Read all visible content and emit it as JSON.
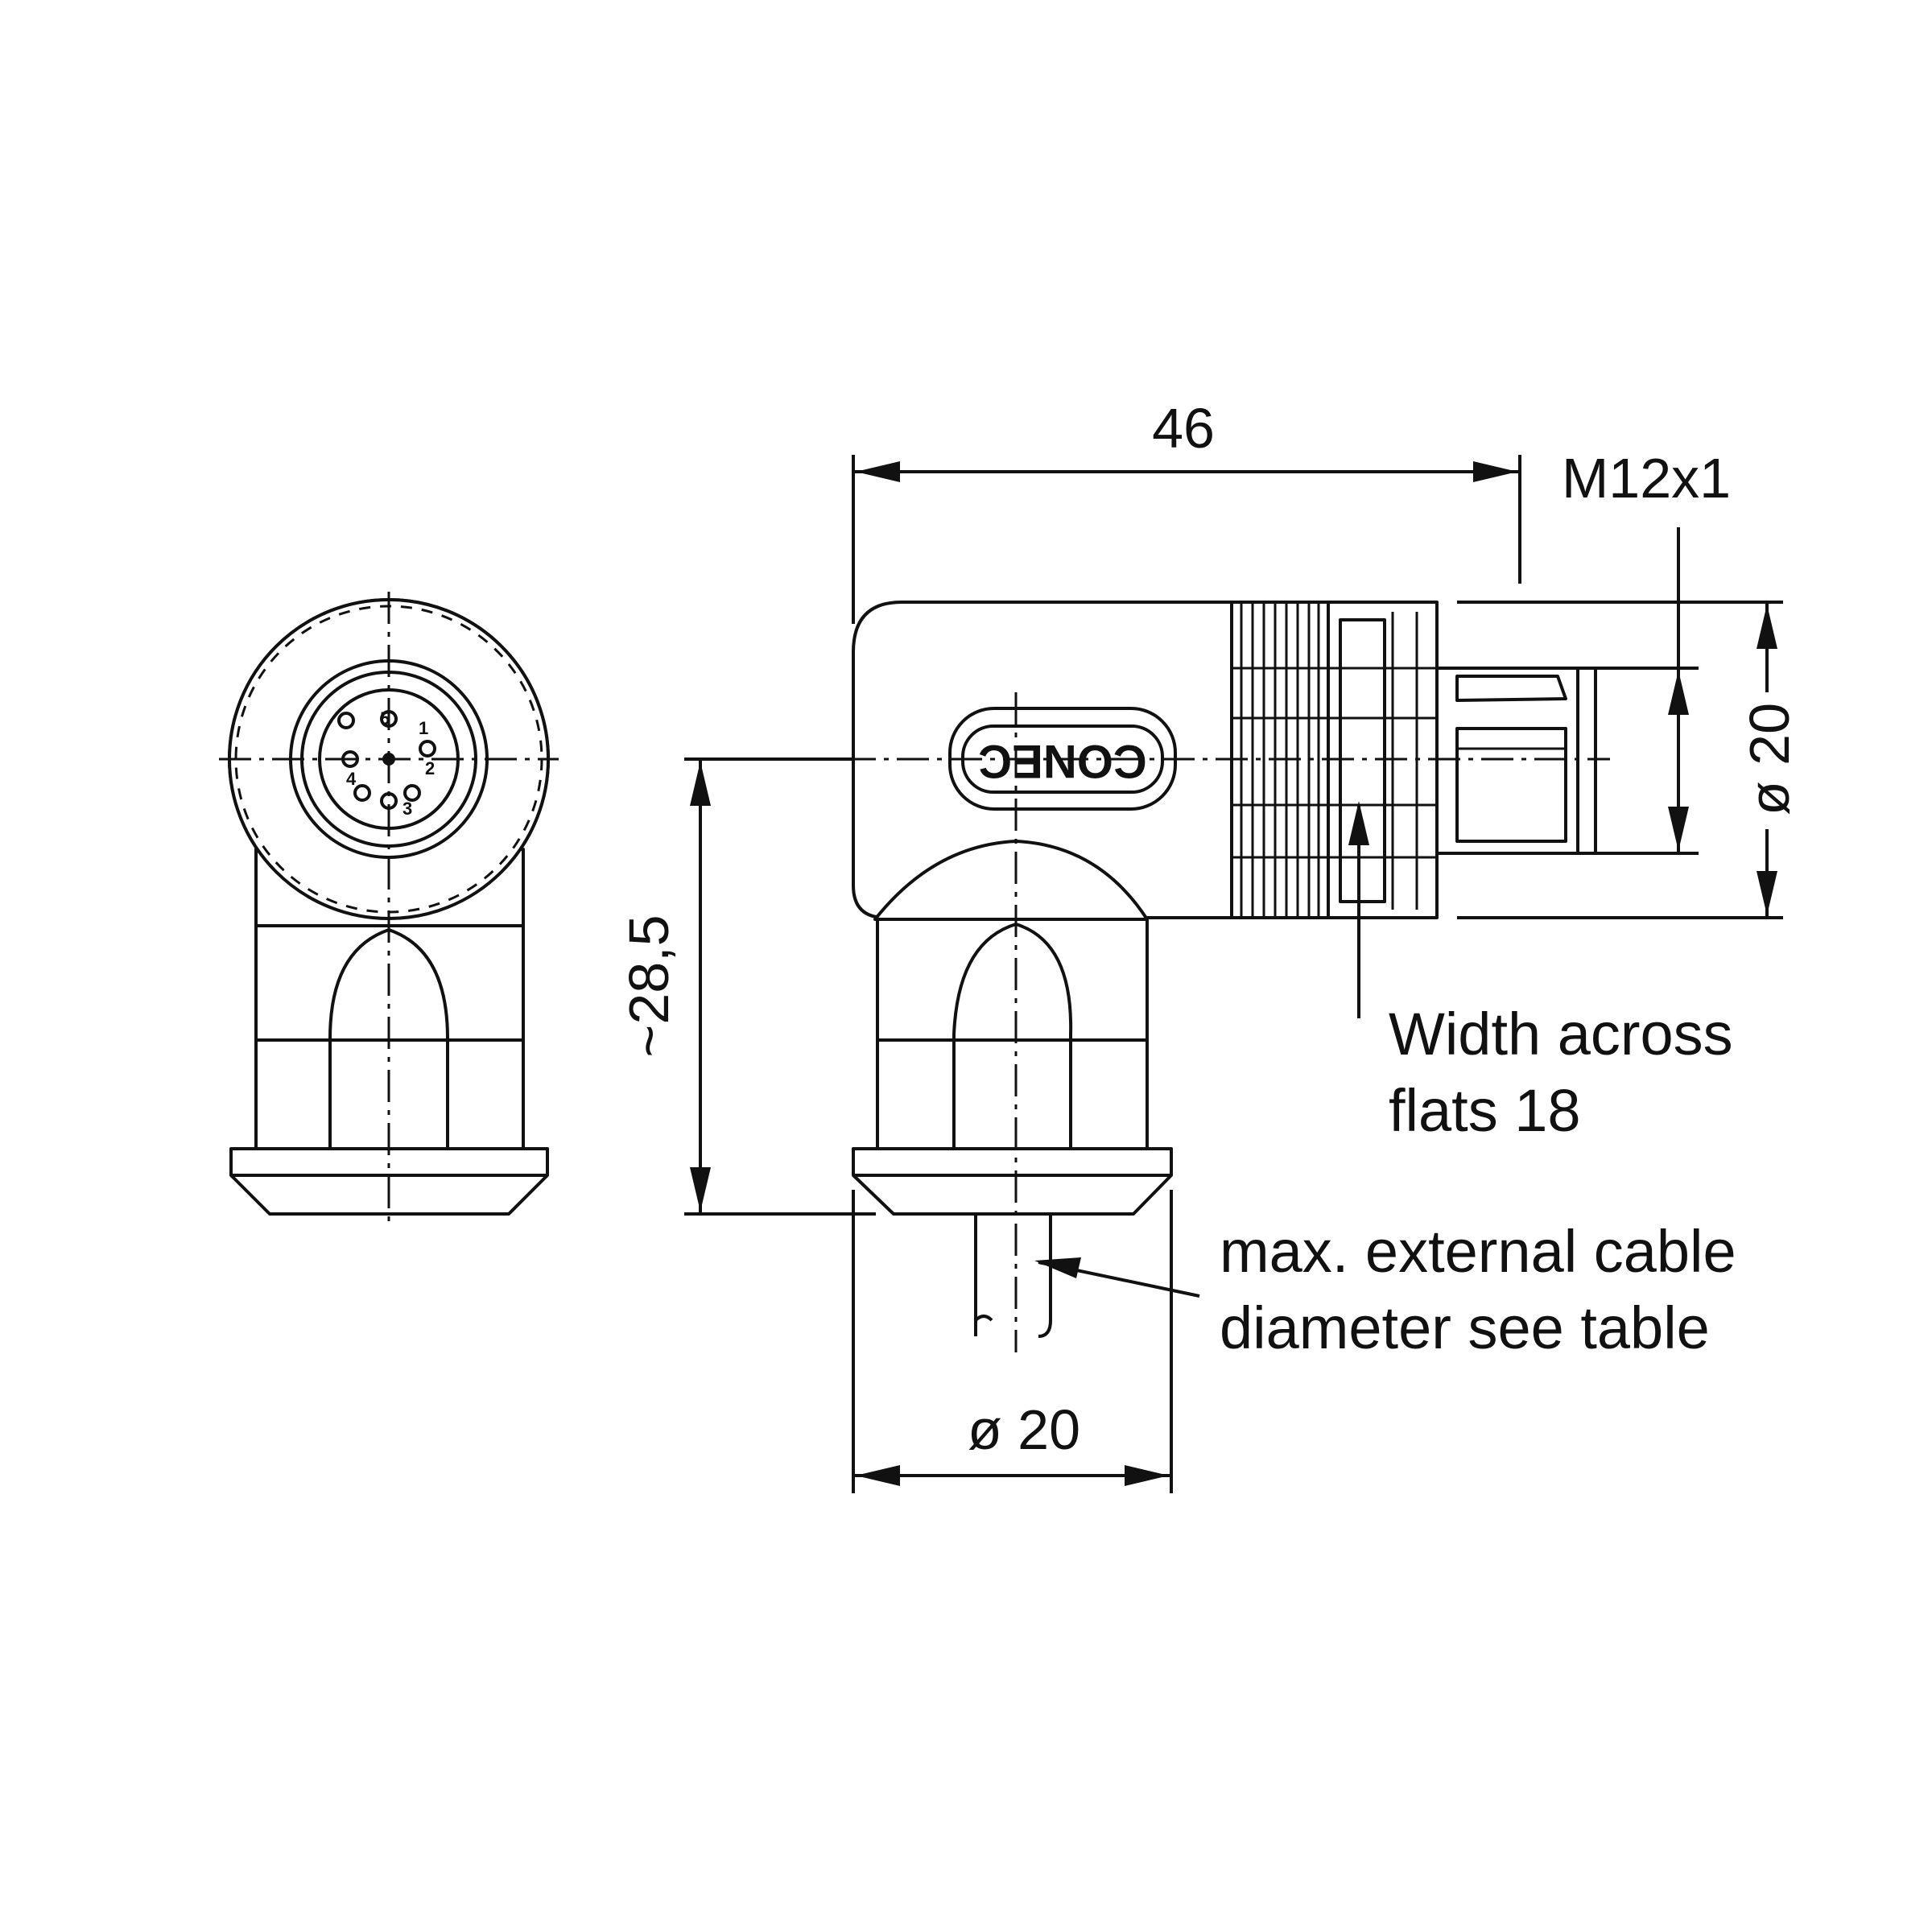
{
  "drawing": {
    "dimensions": {
      "length": "46",
      "thread": "M12x1",
      "diameter_side": "ø 20",
      "height": "~28,5",
      "diameter_bottom": "ø 20"
    },
    "notes": {
      "width_across_line1": "Width across",
      "width_across_line2": "flats 18",
      "cable_line1": "max. external cable",
      "cable_line2": "diameter  see table"
    },
    "logo_text": "CONEC",
    "pin_labels": [
      "5",
      "1",
      "2",
      "3",
      "4"
    ],
    "line_color": "#111111"
  }
}
